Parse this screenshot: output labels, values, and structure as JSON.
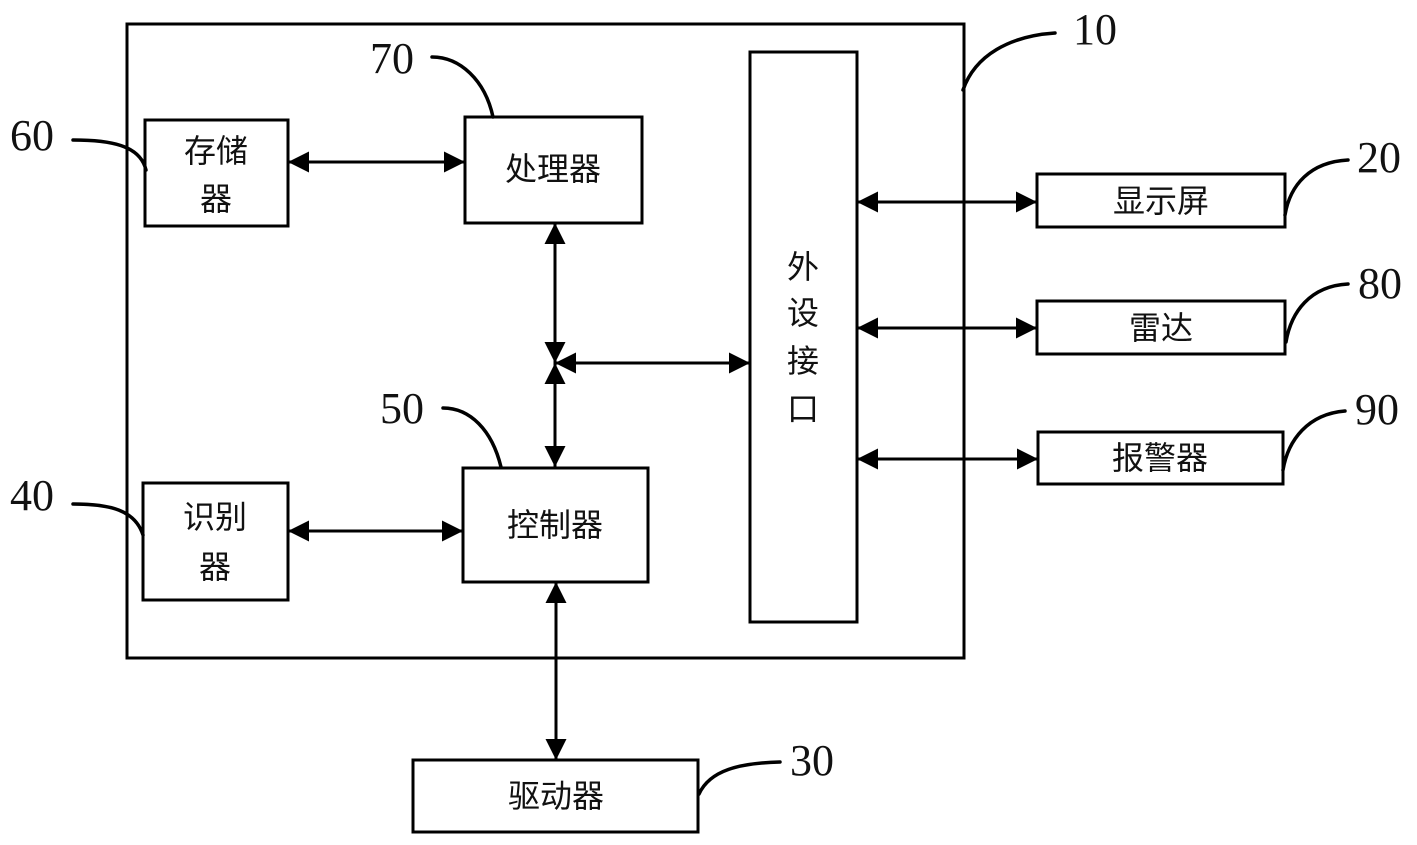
{
  "diagram": {
    "type": "block-diagram",
    "system": {
      "ref": "10"
    },
    "components": {
      "memory": {
        "ref": "60",
        "label_line1": "存储",
        "label_line2": "器"
      },
      "processor": {
        "ref": "70",
        "label": "处理器"
      },
      "peripheral_interface": {
        "label_chars": [
          "外",
          "设",
          "接",
          "口"
        ]
      },
      "recognizer": {
        "ref": "40",
        "label_line1": "识别",
        "label_line2": "器"
      },
      "controller": {
        "ref": "50",
        "label": "控制器"
      },
      "display": {
        "ref": "20",
        "label": "显示屏"
      },
      "radar": {
        "ref": "80",
        "label": "雷达"
      },
      "alarm": {
        "ref": "90",
        "label": "报警器"
      },
      "driver": {
        "ref": "30",
        "label": "驱动器"
      }
    },
    "connections": [
      {
        "from": "memory",
        "to": "processor",
        "direction": "bidirectional"
      },
      {
        "from": "processor",
        "to": "bus-junction",
        "direction": "bidirectional"
      },
      {
        "from": "controller",
        "to": "bus-junction",
        "direction": "bidirectional"
      },
      {
        "from": "bus-junction",
        "to": "peripheral_interface",
        "direction": "bidirectional"
      },
      {
        "from": "recognizer",
        "to": "controller",
        "direction": "bidirectional"
      },
      {
        "from": "peripheral_interface",
        "to": "display",
        "direction": "bidirectional"
      },
      {
        "from": "peripheral_interface",
        "to": "radar",
        "direction": "bidirectional"
      },
      {
        "from": "peripheral_interface",
        "to": "alarm",
        "direction": "bidirectional"
      },
      {
        "from": "controller",
        "to": "driver",
        "direction": "bidirectional"
      }
    ]
  }
}
